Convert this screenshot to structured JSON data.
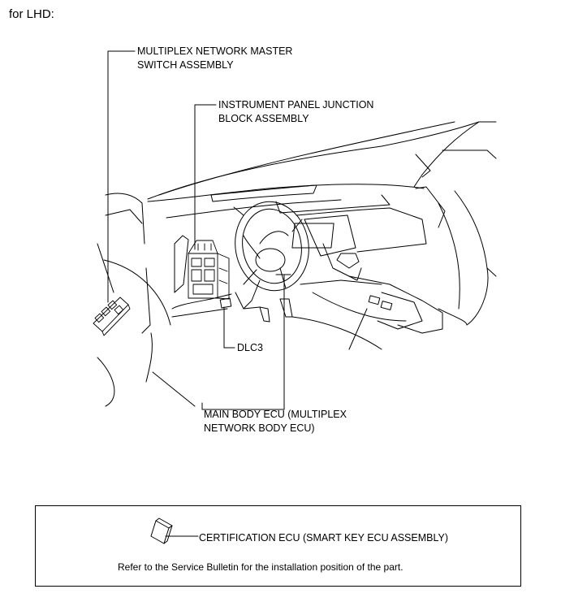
{
  "heading": "for LHD:",
  "labels": {
    "master_switch": "MULTIPLEX NETWORK MASTER\nSWITCH ASSEMBLY",
    "junction_block": "INSTRUMENT PANEL JUNCTION\nBLOCK ASSEMBLY",
    "dlc3": "DLC3",
    "main_body_ecu": "MAIN BODY ECU (MULTIPLEX\nNETWORK BODY ECU)"
  },
  "note": {
    "certification_ecu": "CERTIFICATION ECU (SMART KEY ECU ASSEMBLY)",
    "text": "Refer to the Service Bulletin for the installation position of the part."
  }
}
